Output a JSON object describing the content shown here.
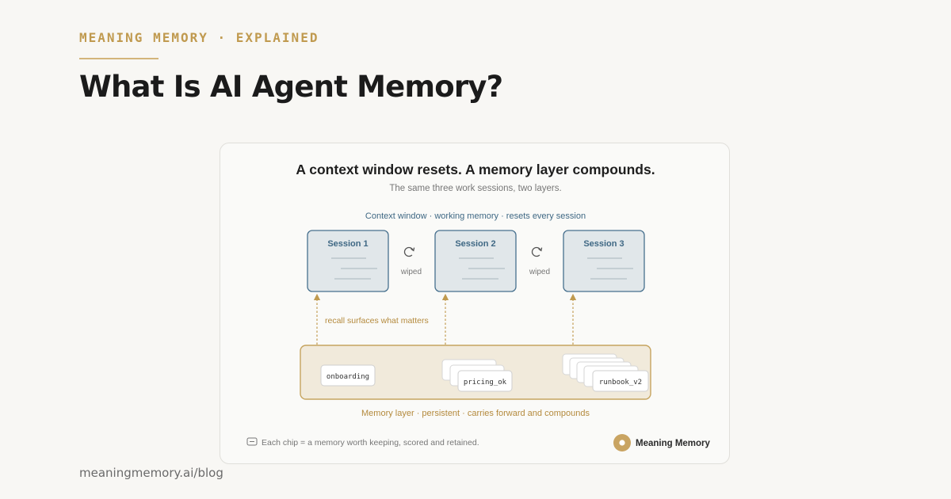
{
  "header": {
    "kicker": "MEANING MEMORY · EXPLAINED",
    "title": "What Is AI Agent Memory?"
  },
  "footer": {
    "url": "meaningmemory.ai/blog"
  },
  "diagram": {
    "title": "A context window resets. A memory layer compounds.",
    "subtitle": "The same three work sessions, two layers.",
    "context_caption": "Context window · working memory · resets every session",
    "sessions": [
      {
        "label": "Session 1"
      },
      {
        "label": "Session 2"
      },
      {
        "label": "Session 3"
      }
    ],
    "wiped_labels": [
      "wiped",
      "wiped"
    ],
    "recall_caption": "recall surfaces what matters",
    "memory_chips": [
      "onboarding",
      "pricing_ok",
      "runbook_v2"
    ],
    "memory_caption": "Memory layer · persistent · carries forward and compounds",
    "legend_text": "Each chip = a memory worth keeping, scored and retained.",
    "brand": "Meaning Memory"
  },
  "colors": {
    "accent_gold": "#c09a4f",
    "session_border": "#47708e",
    "session_fill": "#e1e7ea",
    "memory_fill": "#f1eadb",
    "memory_border": "#c6a45f",
    "context_text": "#3f6884"
  },
  "icons": {
    "wiped": "refresh-icon",
    "legend": "chip-icon",
    "brand": "brand-logo-icon"
  }
}
